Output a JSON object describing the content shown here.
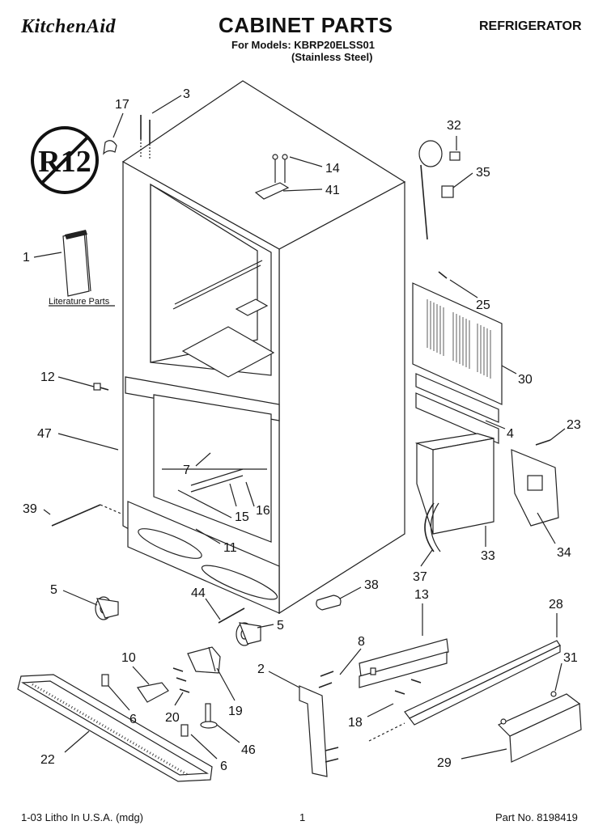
{
  "header": {
    "brand": "KitchenAid",
    "title": "CABINET PARTS",
    "models_line1": "For Models: KBRP20ELSS01",
    "models_line2": "(Stainless Steel)",
    "category": "REFRIGERATOR"
  },
  "badge": {
    "text": "R12"
  },
  "literature_label": "Literature Parts",
  "footer": {
    "left": "1-03 Litho In U.S.A. (mdg)",
    "center": "1",
    "right": "Part No. 8198419"
  },
  "callouts": [
    {
      "id": "c17",
      "text": "17"
    },
    {
      "id": "c3",
      "text": "3"
    },
    {
      "id": "c14",
      "text": "14"
    },
    {
      "id": "c41",
      "text": "41"
    },
    {
      "id": "c32",
      "text": "32"
    },
    {
      "id": "c35",
      "text": "35"
    },
    {
      "id": "c1",
      "text": "1"
    },
    {
      "id": "c25",
      "text": "25"
    },
    {
      "id": "c12",
      "text": "12"
    },
    {
      "id": "c30",
      "text": "30"
    },
    {
      "id": "c47",
      "text": "47"
    },
    {
      "id": "c4",
      "text": "4"
    },
    {
      "id": "c23",
      "text": "23"
    },
    {
      "id": "c7",
      "text": "7"
    },
    {
      "id": "c39",
      "text": "39"
    },
    {
      "id": "c15",
      "text": "15"
    },
    {
      "id": "c16",
      "text": "16"
    },
    {
      "id": "c11",
      "text": "11"
    },
    {
      "id": "c33",
      "text": "33"
    },
    {
      "id": "c34",
      "text": "34"
    },
    {
      "id": "c37",
      "text": "37"
    },
    {
      "id": "c5a",
      "text": "5"
    },
    {
      "id": "c44",
      "text": "44"
    },
    {
      "id": "c5b",
      "text": "5"
    },
    {
      "id": "c38",
      "text": "38"
    },
    {
      "id": "c13",
      "text": "13"
    },
    {
      "id": "c28",
      "text": "28"
    },
    {
      "id": "c10",
      "text": "10"
    },
    {
      "id": "c8",
      "text": "8"
    },
    {
      "id": "c2",
      "text": "2"
    },
    {
      "id": "c19",
      "text": "19"
    },
    {
      "id": "c31",
      "text": "31"
    },
    {
      "id": "c6a",
      "text": "6"
    },
    {
      "id": "c20",
      "text": "20"
    },
    {
      "id": "c18",
      "text": "18"
    },
    {
      "id": "c22",
      "text": "22"
    },
    {
      "id": "c46",
      "text": "46"
    },
    {
      "id": "c6b",
      "text": "6"
    },
    {
      "id": "c29",
      "text": "29"
    }
  ]
}
